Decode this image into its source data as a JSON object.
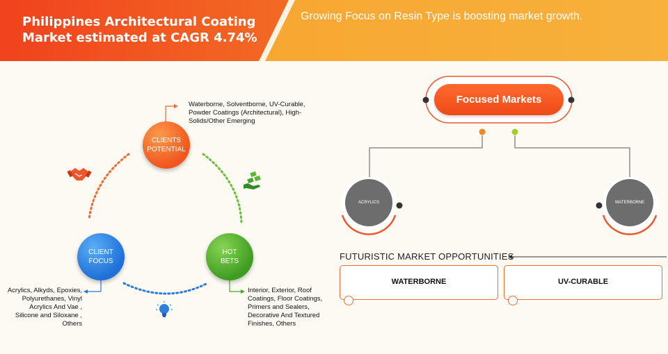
{
  "header": {
    "title": "Philippines Architectural Coating Market estimated at CAGR 4.74%",
    "subtitle": "Growing Focus on Resin Type is boosting market growth."
  },
  "cycle": {
    "clients_potential": {
      "label_line1": "CLIENTS",
      "label_line2": "POTENTIAL",
      "description": "Waterborne, Solventborne, UV-Curable, Powder Coatings (Architectural), High-Solids/Other Emerging"
    },
    "client_focus": {
      "label_line1": "CLIENT",
      "label_line2": "FOCUS",
      "description": "Acrylics, Alkyds, Epoxies, Polyurethanes, Vinyl Acrylics And Vae , Silicone and Siloxane , Others"
    },
    "hot_bets": {
      "label_line1": "HOT",
      "label_line2": "BETS",
      "description": "Interior, Exterior, Roof Coatings, Floor Coatings, Primers and Sealers, Decorative And Textured Finishes, Others"
    }
  },
  "focused_markets": {
    "title": "Focused Markets",
    "segments": [
      "ACRYLICS",
      "WATERBORNE"
    ]
  },
  "opportunities": {
    "title": "FUTURISTIC MARKET OPPORTUNITIES",
    "items": [
      "WATERBORNE",
      "UV-CURABLE"
    ]
  },
  "colors": {
    "orange": "#f0561e",
    "blue": "#1e6fd8",
    "green": "#3f9c22",
    "gray": "#6d6d6d"
  },
  "icons": [
    "handshake-icon",
    "money-hand-icon",
    "lightbulb-icon"
  ]
}
